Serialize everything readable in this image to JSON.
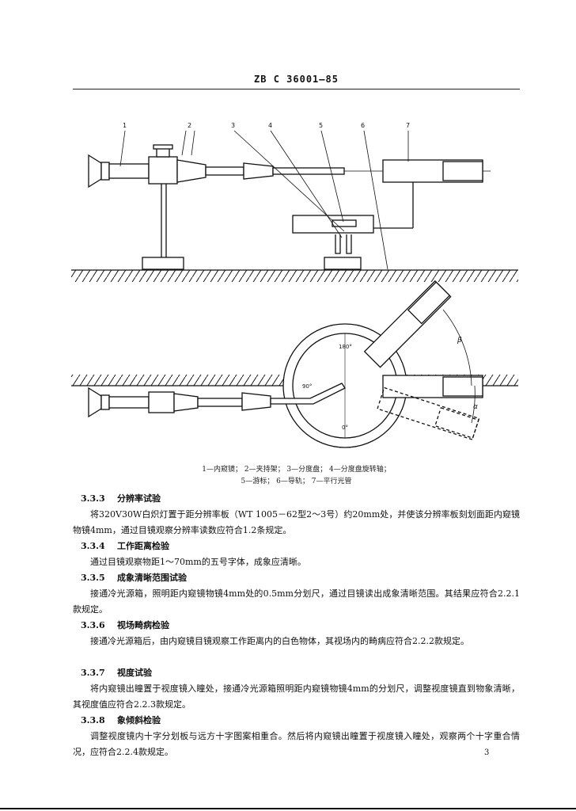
{
  "header": {
    "standard_number": "ZB C 36001—85"
  },
  "figure": {
    "callouts": [
      "1",
      "2",
      "3",
      "4",
      "5",
      "6",
      "7"
    ],
    "angle_labels": {
      "a180": "180°",
      "a90": "90°",
      "a0": "0°",
      "beta": "β",
      "alpha": "α"
    }
  },
  "caption": {
    "line1": "1—内窥镜； 2—夹持架； 3—分度盘； 4—分度盘旋转轴；",
    "line2": "5—游标； 6—导轨； 7—平行光管"
  },
  "sections": [
    {
      "number": "3.3.3",
      "title": "分辨率试验",
      "body": "将320V30W白炽灯置于距分辨率板（WT 1005－62型2～3号）约20mm处，并使该分辨率板刻划面距内窥镜物镜4mm，通过目镜观察分辨率读数应符合1.2条规定。"
    },
    {
      "number": "3.3.4",
      "title": "工作距离检验",
      "body": "通过目镜观察物距1～70mm的五号字体，成象应清晰。"
    },
    {
      "number": "3.3.5",
      "title": "成象清晰范围试验",
      "body": "接通冷光源箱，照明距内窥镜物镜4mm处的0.5mm分划尺，通过目镜读出成象清晰范围。其结果应符合2.2.1款规定。"
    },
    {
      "number": "3.3.6",
      "title": "视场畸病检验",
      "body": "接通冷光源箱后，由内窥镜目镜观察工作距离内的白色物体，其视场内的畸病应符合2.2.2款规定。"
    },
    {
      "number": "3.3.7",
      "title": "视度试验",
      "body": "将内窥镜出瞳置于视度镜入瞳处，接通冷光源箱照明距内窥镜物镜4mm的分划尺，调整视度镜直到物象清晰，其视度值应符合2.2.3款规定。"
    },
    {
      "number": "3.3.8",
      "title": "象倾斜检验",
      "body": "调整视度镜内十字分划板与远方十字图案相重合。然后将内窥镜出瞳置于视度镜入瞳处，观察两个十字重合情况，应符合2.2.4款规定。"
    }
  ],
  "page_number": "3"
}
